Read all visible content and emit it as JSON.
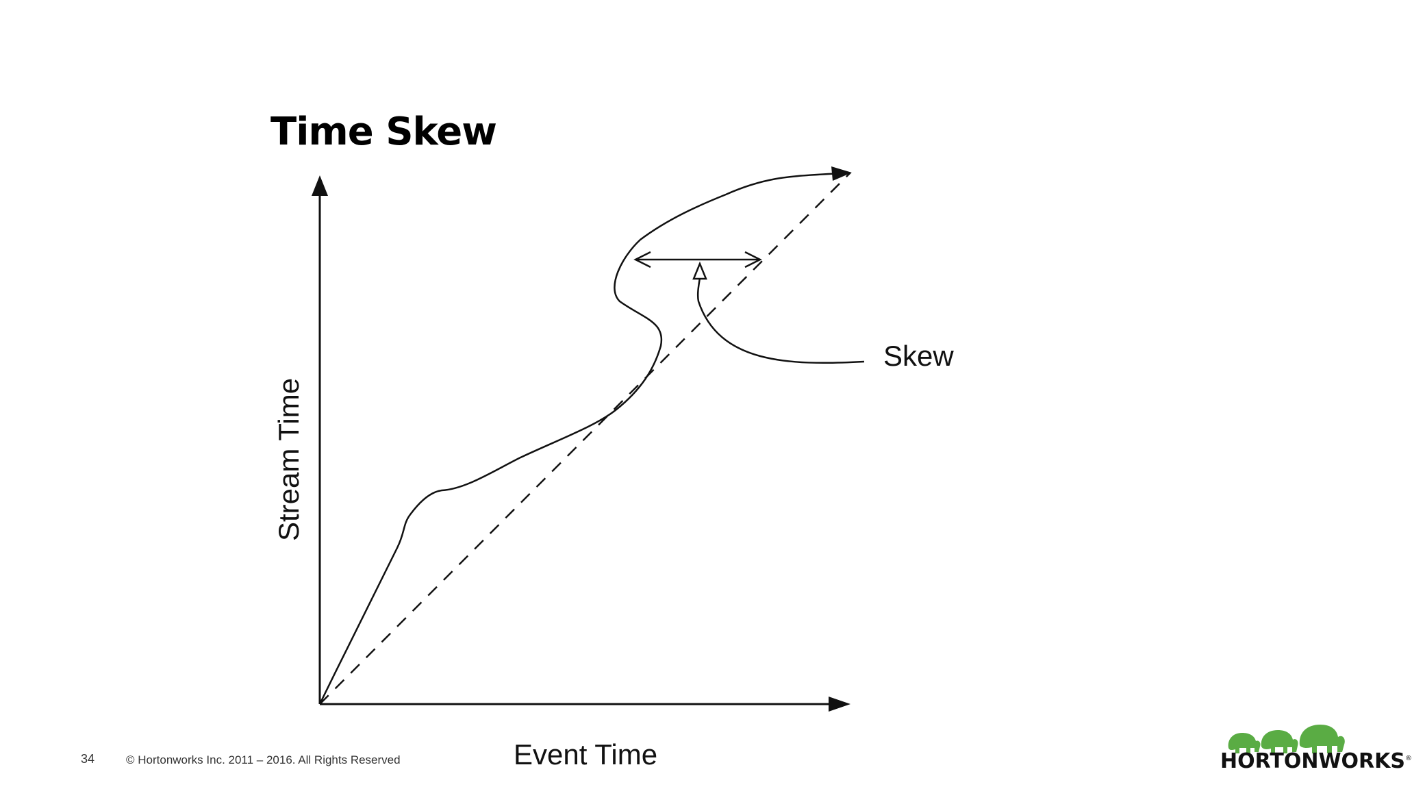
{
  "slide": {
    "title": "Time Skew",
    "page_number": "34",
    "copyright": "© Hortonworks Inc. 2011 – 2016. All Rights Reserved"
  },
  "diagram": {
    "x_axis_label": "Event Time",
    "y_axis_label": "Stream Time",
    "annotation": "Skew",
    "curve_color": "#111111",
    "dashed_line_color": "#111111"
  },
  "logo": {
    "text": "HORTONWORKS",
    "reg_mark": "®",
    "icon": "elephant-herd-icon",
    "color": "#5aac44"
  }
}
